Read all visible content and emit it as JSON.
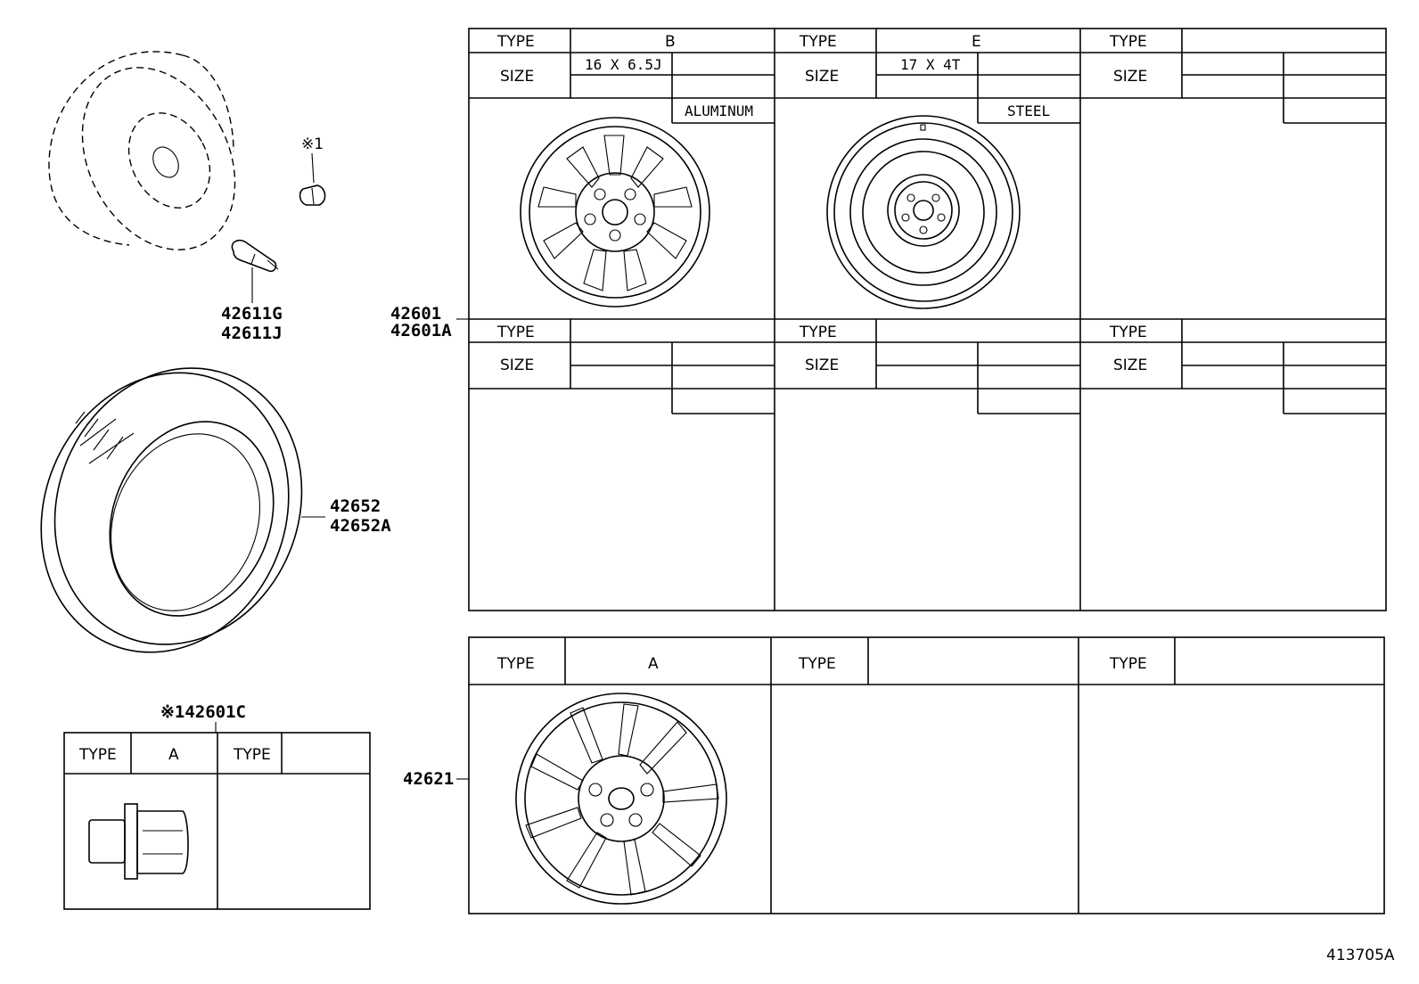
{
  "diagram_id": "413705A",
  "callouts": {
    "valve": [
      "42611G",
      "42611J"
    ],
    "note_mark": "※1",
    "tire": [
      "42652",
      "42652A"
    ],
    "wheel": [
      "42601",
      "42601A"
    ],
    "lug_nut": "※142601C",
    "wheel_cap": "42621"
  },
  "labels": {
    "type": "TYPE",
    "size": "SIZE"
  },
  "wheel_table": {
    "panels": [
      {
        "type": "B",
        "size": "16 X 6.5J",
        "material": "ALUMINUM"
      },
      {
        "type": "E",
        "size": "17 X 4T",
        "material": "STEEL"
      },
      {
        "type": "",
        "size": "",
        "material": ""
      },
      {
        "type": "",
        "size": "",
        "material": ""
      },
      {
        "type": "",
        "size": "",
        "material": ""
      },
      {
        "type": "",
        "size": "",
        "material": ""
      }
    ]
  },
  "cap_table": {
    "panels": [
      {
        "type": "A"
      },
      {
        "type": ""
      },
      {
        "type": ""
      }
    ]
  },
  "nut_table": {
    "panels": [
      {
        "type": "A"
      },
      {
        "type": ""
      }
    ]
  }
}
